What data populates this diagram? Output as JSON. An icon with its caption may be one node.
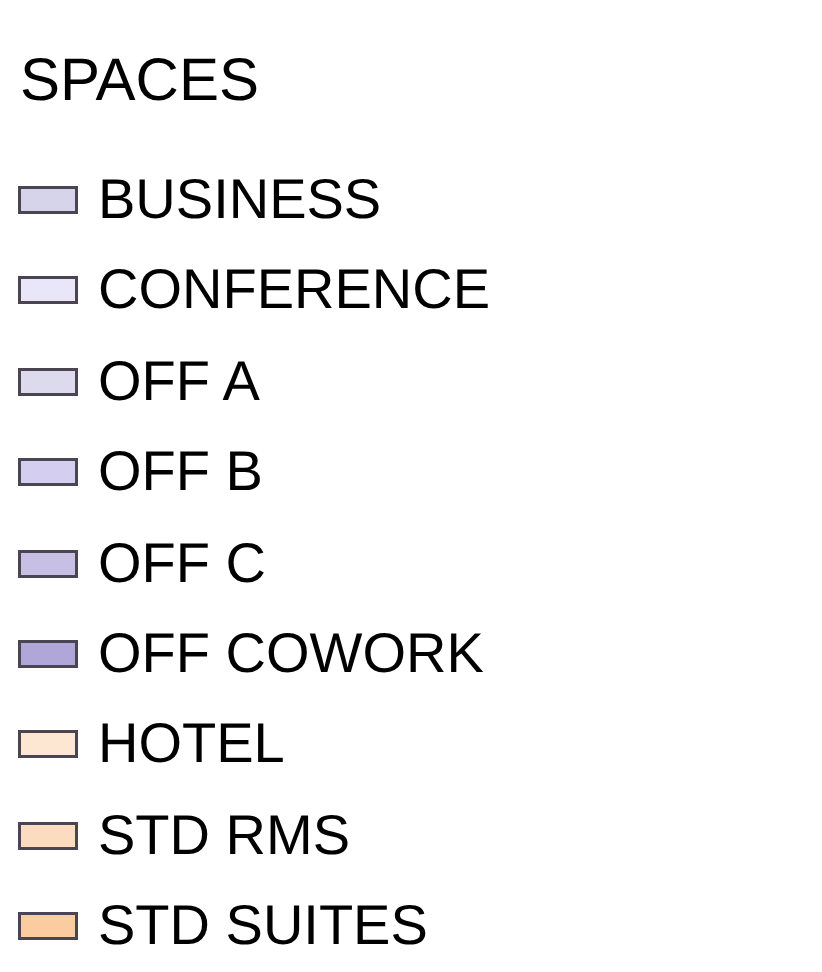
{
  "diagram": {
    "title": "SPACES",
    "legend": [
      {
        "text": "BUSINESS",
        "color": "#d6d4ea"
      },
      {
        "text": "CONFERENCE",
        "color": "#e8e6f8"
      },
      {
        "text": "OFF A",
        "color": "#dcdaec"
      },
      {
        "text": "OFF B",
        "color": "#d4cef0"
      },
      {
        "text": "OFF C",
        "color": "#c8c0e4"
      },
      {
        "text": "OFF COWORK",
        "color": "#b0a6d8"
      },
      {
        "text": "HOTEL",
        "color": "#fde6d2"
      },
      {
        "text": "STD RMS",
        "color": "#fcdcc0"
      },
      {
        "text": "STD SUITES",
        "color": "#fbcca0"
      }
    ]
  }
}
